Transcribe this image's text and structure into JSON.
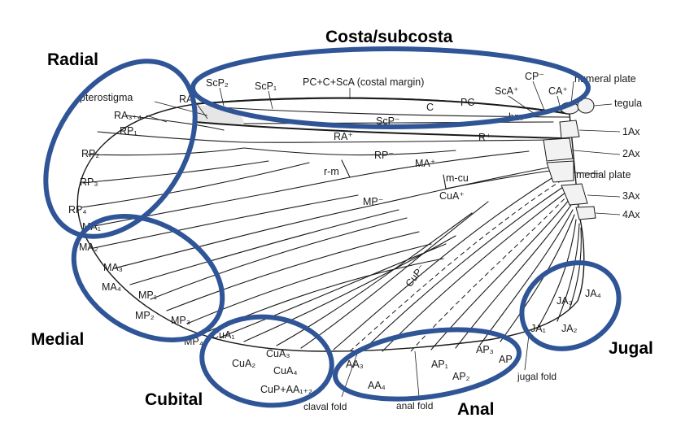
{
  "regions": {
    "radial": "Radial",
    "costa": "Costa/subcosta",
    "medial": "Medial",
    "cubital": "Cubital",
    "anal": "Anal",
    "jugal": "Jugal"
  },
  "labels": {
    "costal_margin": "PC+C+ScA (costal margin)",
    "sc_p2": "ScP₂",
    "sc_p1": "ScP₁",
    "cp_minus": "CP⁻",
    "sca_plus": "ScA⁺",
    "ca_plus": "CA⁺",
    "humeral_plate": "humeral plate",
    "tegula": "tegula",
    "pterostigma": "pterostigma",
    "ra": "RA",
    "ra34": "RA₃₊₄",
    "rp1": "RP₁",
    "rp2": "RP₂",
    "rp3": "RP₃",
    "rp4": "RP₄",
    "c": "C",
    "pc": "PC",
    "scp_minus": "ScP⁻",
    "hm": "hm",
    "ra_plus": "RA⁺",
    "r_plus": "R⁺",
    "ax1": "1Ax",
    "ax2": "2Ax",
    "ax3": "3Ax",
    "ax4": "4Ax",
    "medial_plate": "medial plate",
    "rp_minus": "RP⁻",
    "ma_plus": "MA⁺",
    "r_m": "r-m",
    "m_cu": "m-cu",
    "cua_plus": "CuA⁺",
    "mp_minus": "MP⁻",
    "ma1": "MA₁",
    "ma2": "MA₂",
    "ma3": "MA₃",
    "ma4": "MA₄",
    "mp1": "MP₁",
    "mp2": "MP₂",
    "mp3": "MP₃",
    "mp4": "MP₄",
    "cua1": "CuA₁",
    "cua2": "CuA₂",
    "cua3": "CuA₃",
    "cua4": "CuA₄",
    "cup_aa": "CuP+AA₁₊₂",
    "cup_minus": "CuP⁻",
    "aa3": "AA₃",
    "aa4": "AA₄",
    "ap1": "AP₁",
    "ap2": "AP₂",
    "ap3": "AP₃",
    "ap4": "AP₄",
    "ja1": "JA₁",
    "ja2": "JA₂",
    "ja3": "JA₃",
    "ja4": "JA₄",
    "claval_fold": "claval fold",
    "anal_fold": "anal fold",
    "jugal_fold": "jugal fold"
  },
  "colors": {
    "ring": "#2f5597",
    "ink": "#1a1a1a"
  }
}
